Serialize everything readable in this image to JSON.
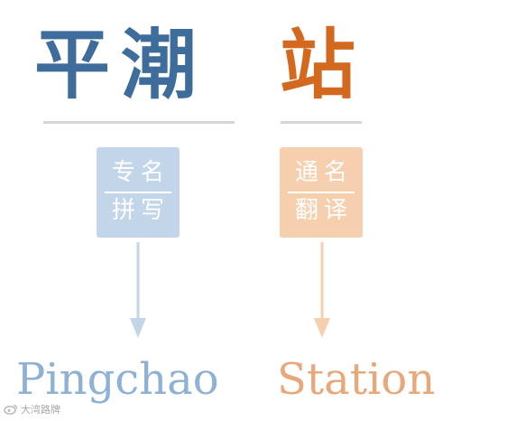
{
  "specific_name": {
    "chinese": "平潮",
    "tag_top": "专名",
    "tag_bottom": "拼写",
    "english": "Pingchao",
    "color": "#3e6d9c",
    "tag_color": "#c3d5e9",
    "english_color": "#8fb1d3"
  },
  "generic_name": {
    "chinese": "站",
    "tag_top": "通名",
    "tag_bottom": "翻译",
    "english": "Station",
    "color": "#d2691e",
    "tag_color": "#f6cfae",
    "english_color": "#e7a87b"
  },
  "watermark": {
    "text": "大湾路牌",
    "icon": "weibo-icon"
  }
}
